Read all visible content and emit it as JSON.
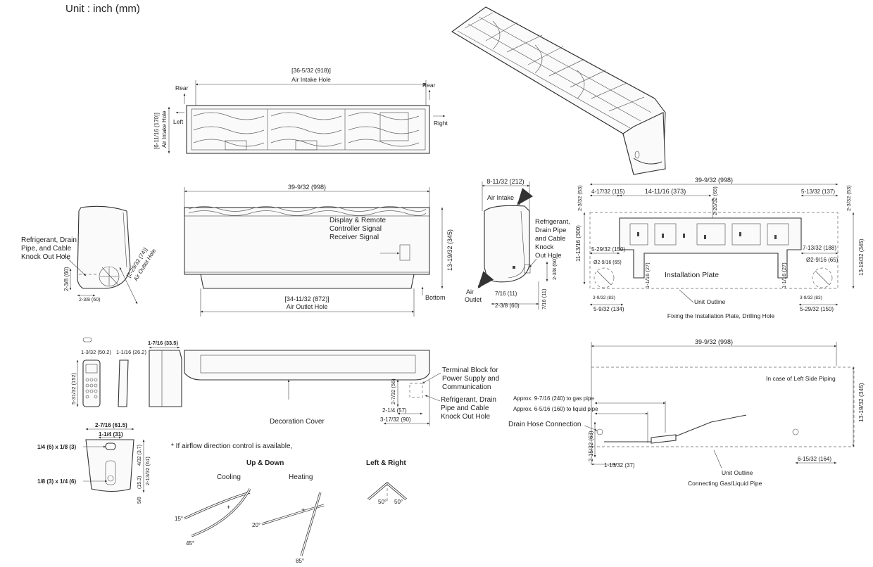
{
  "unit_title": "Unit : inch (mm)",
  "top_view": {
    "intake_width": "[36-5/32 (918)]",
    "intake_label": "Air Intake Hole",
    "rear_left": "Rear",
    "rear_right": "Rear",
    "left": "Left",
    "right": "Right",
    "intake_height": "[6-11/16 (170)]",
    "intake_height_label": "Air Intake Hole"
  },
  "front_view": {
    "width": "39-9/32 (998)",
    "height": "13-19/32 (345)",
    "display_label_1": "Display & Remote",
    "display_label_2": "Controller Signal",
    "display_label_3": "Receiver Signal",
    "outlet_width": "[34-11/32 (872)]",
    "outlet_label": "Air Outlet Hole",
    "bottom": "Bottom"
  },
  "left_side": {
    "label_1": "Refrigerant, Drain",
    "label_2": "Pipe, and Cable",
    "label_3": "Knock Out Hole",
    "dim_v": "2-3/8 (60)",
    "dim_h": "2-3/8 (60)",
    "outlet_dim": "[2-29/32 (74)]",
    "outlet_label": "Air Outlet Hole"
  },
  "right_side": {
    "depth": "8-11/32 (212)",
    "air_intake": "Air Intake",
    "label_1": "Refrigerant,",
    "label_2": "Drain Pipe",
    "label_3": "and Cable",
    "label_4": "Knock",
    "label_5": "Out Hole",
    "dim_v": "2-3/8 (60)",
    "air_outlet_1": "Air",
    "air_outlet_2": "Outlet",
    "dim_a": "7/16 (11)",
    "dim_b": "2-3/8 (60)",
    "dim_c": "7/16 (11)"
  },
  "install_plate": {
    "width": "39-9/32 (998)",
    "d_4_17": "4-17/32 (115)",
    "d_14_11": "14-11/16 (373)",
    "d_5_13": "5-13/32 (137)",
    "d_2_3_left": "2-3/32 (53)",
    "d_2_3_right": "2-3/32 (53)",
    "d_2_20": "2-20/32 (69)",
    "d_11_13": "11-13/16 (300)",
    "d_13_19": "13-19/32 (345)",
    "d_5_29_top": "5-29/32 (150)",
    "d_7_13": "7-13/32 (188)",
    "hole_left": "Ø2-9/16 (65)",
    "hole_right": "Ø2-9/16 (65)",
    "d_1_1_left": "1-1/16 (27)",
    "d_1_1_right": "1-1/16 (27)",
    "d_3_9": "3-9/32 (83)",
    "d_3_9_right": "3-9/32 (83)",
    "d_5_9": "5-9/32 (134)",
    "d_5_29_bottom": "5-29/32 (150)",
    "plate_label": "Installation Plate",
    "unit_outline": "Unit Outline",
    "caption": "Fixing the Installation Plate, Drilling Hole"
  },
  "remote": {
    "d_1_3": "1-3/32 (50.2)",
    "d_1_1": "1-1/16 (26.2)",
    "d_1_7": "1-7/16 (33.5)",
    "d_5_31": "5-31/32 (152)"
  },
  "bottom_view": {
    "terminal_1": "Terminal Block for",
    "terminal_2": "Power Supply and",
    "terminal_3": "Communication",
    "refrig_1": "Refrigerant, Drain",
    "refrig_2": "Pipe and Cable",
    "refrig_3": "Knock Out Hole",
    "d_2_7": "2-7/32 (56)",
    "d_2_1": "2-1/4 (57)",
    "d_3_17": "3-17/32 (90)",
    "cover": "Decoration Cover"
  },
  "holder": {
    "d_2_7": "2-7/16 (61.5)",
    "d_1_1": "1-1/4 (31)",
    "d_1_4a": "1/4 (6) x 1/8 (3)",
    "d_1_8": "1/8 (3) x 1/4 (6)",
    "d_4_32": "4/32 (3.7)",
    "d_2_13": "2-13/32 (61)",
    "d_5_8": "5/8",
    "d_5_3": "(15.3)"
  },
  "airflow": {
    "note": "* If airflow direction control is available,",
    "up_down": "Up & Down",
    "left_right": "Left & Right",
    "cooling": "Cooling",
    "heating": "Heating",
    "a15": "15°",
    "a45": "45°",
    "a20": "20°",
    "a85": "85°",
    "a50l": "50°",
    "a50r": "50°"
  },
  "piping": {
    "width": "39-9/32 (998)",
    "left_piping": "In case of Left Side Piping",
    "gas": "Approx. 9-7/16 (240) to gas pipe",
    "liquid": "Approx. 6-5/16 (160) to liquid pipe",
    "drain": "Drain Hose Connection",
    "height": "13-19/32 (345)",
    "d_2_15": "2-15/32 (63)",
    "d_1_15": "1-15/32 (37)",
    "d_6_15": "6-15/32 (164)",
    "unit_outline": "Unit Outline",
    "connecting": "Connecting Gas/Liquid Pipe"
  }
}
